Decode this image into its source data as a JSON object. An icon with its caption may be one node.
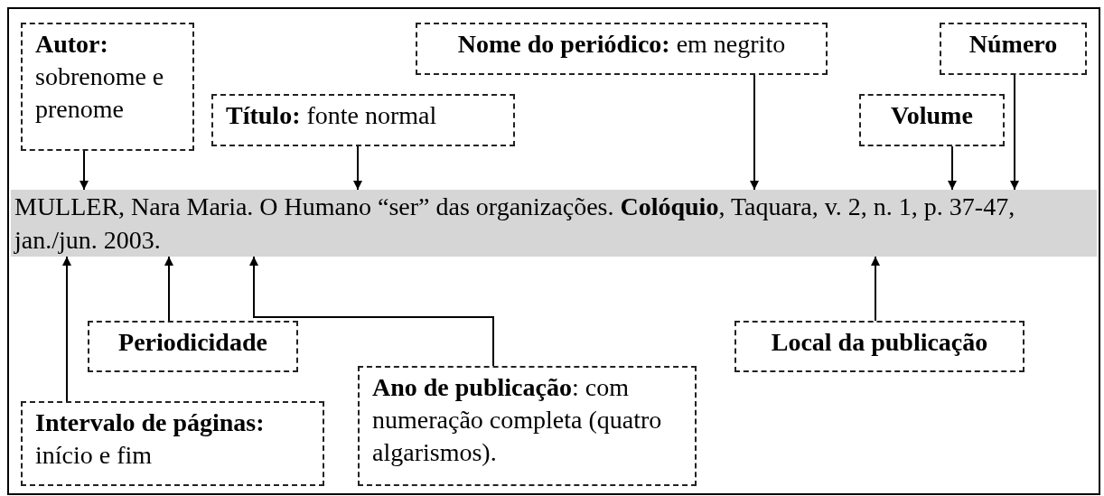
{
  "diagram": {
    "nodes": [
      {
        "text": [
          "Autor:",
          "sobrenome e prenome"
        ]
      },
      {
        "text": [
          "**Título:** fonte normal"
        ]
      },
      {
        "text": [
          "**Nome do periódico:** em negrito"
        ]
      },
      {
        "text": [
          "Número"
        ]
      },
      {
        "text": [
          "Volume"
        ]
      },
      {
        "text": [
          "MULLER, Nara Maria. O Humano “ser” das organizações. **Colóquio**, Taquara, v. 2, n. 1, p. 37-47, jan./jun. 2003."
        ]
      },
      {
        "text": [
          "Periodicidade"
        ]
      },
      {
        "text": [
          "Local da publicação"
        ]
      },
      {
        "text": [
          "**Ano de publicação**: com numeração completa (quatro algarismos)."
        ]
      },
      {
        "text": [
          "Intervalo de páginas:",
          "início e fim"
        ]
      }
    ],
    "edges": [
      {
        "from": 0,
        "to": 5,
        "arrow": "to"
      },
      {
        "from": 1,
        "to": 5,
        "arrow": "to"
      },
      {
        "from": 2,
        "to": 5,
        "arrow": "to"
      },
      {
        "from": 4,
        "to": 5,
        "arrow": "to"
      },
      {
        "from": 3,
        "to": 5,
        "arrow": "to"
      },
      {
        "from": 9,
        "to": 5,
        "arrow": "to"
      },
      {
        "from": 6,
        "to": 5,
        "arrow": "to"
      },
      {
        "from": 8,
        "to": 5,
        "arrow": "to"
      },
      {
        "from": 7,
        "to": 5,
        "arrow": "to"
      }
    ]
  }
}
